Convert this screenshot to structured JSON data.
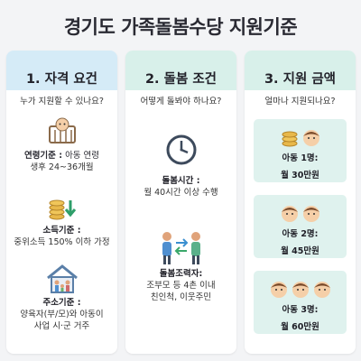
{
  "title": "경기도 가족돌봄수당 지원기준",
  "columns": [
    {
      "header": "1. 자격 요건",
      "question": "누가 지원할 수 있나요?",
      "items": [
        {
          "label": "연령기준 :",
          "text1": "아동 연령",
          "text2": "생후 24~36개월"
        },
        {
          "label": "소득기준 :",
          "text1": "중위소득 150% 이하 가정"
        },
        {
          "label": "주소기준 :",
          "text1": "양육자(부/모)와 아동이",
          "text2": "사업 시·군 거주"
        }
      ]
    },
    {
      "header": "2. 돌봄 조건",
      "question": "어떻게 돌봐야 하나요?",
      "items": [
        {
          "label": "돌봄시간 :",
          "text1": "월 40시간 이상 수행"
        },
        {
          "label": "돌봄조력자:",
          "text1": "조부모 등 4촌 이내",
          "text2": "친인척, 이웃주민"
        }
      ]
    },
    {
      "header": "3. 지원 금액",
      "question": "얼마나 지원되나요?",
      "items": [
        {
          "label": "아동 1명:",
          "text1": "월 30만원"
        },
        {
          "label": "아동 2명:",
          "text1": "월 45만원"
        },
        {
          "label": "아동 3명:",
          "text1": "월 60만원"
        }
      ]
    }
  ],
  "icons": [
    "baby-crib-icon",
    "coins-down-icon",
    "house-family-icon",
    "clock-icon",
    "exchange-people-icon",
    "coins-icon",
    "child-face-icon"
  ],
  "colors": {
    "col1_header": "#d5ebf7",
    "col_header": "#d8f0ea",
    "card": "#dff2ee",
    "background": "#f3f4f6"
  }
}
